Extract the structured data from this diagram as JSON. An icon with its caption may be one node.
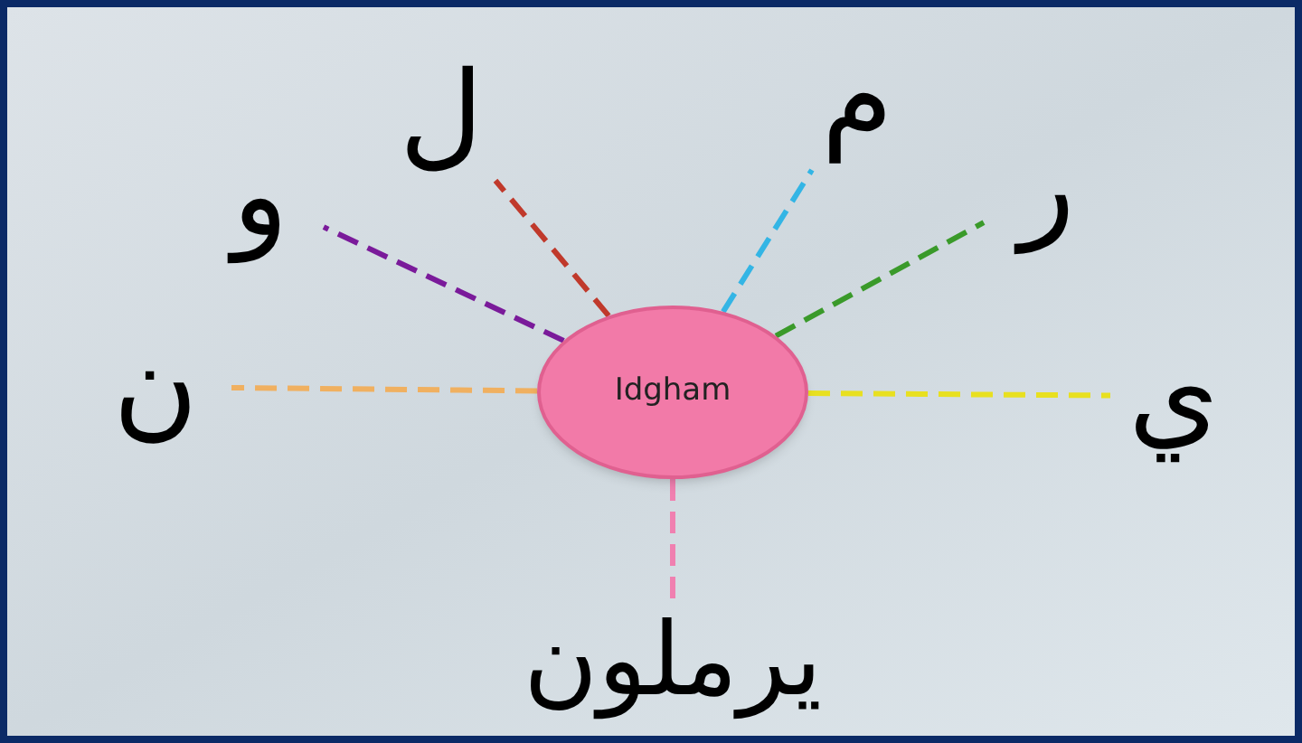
{
  "diagram": {
    "nodes": [
      {
        "text": [
          "Idgham"
        ]
      },
      {
        "text": [
          "ن"
        ]
      },
      {
        "text": [
          "و"
        ]
      },
      {
        "text": [
          "ل"
        ]
      },
      {
        "text": [
          "م"
        ]
      },
      {
        "text": [
          "ر"
        ]
      },
      {
        "text": [
          "ي"
        ]
      },
      {
        "text": [
          "يرملون"
        ]
      }
    ],
    "edges": [
      {
        "from": 0,
        "to": 1,
        "arrow": "none",
        "style": "dashed",
        "color": "#f0b060"
      },
      {
        "from": 0,
        "to": 2,
        "arrow": "none",
        "style": "dashed",
        "color": "#7a1a9a"
      },
      {
        "from": 0,
        "to": 3,
        "arrow": "none",
        "style": "dashed",
        "color": "#c0392b"
      },
      {
        "from": 0,
        "to": 4,
        "arrow": "none",
        "style": "dashed",
        "color": "#33b5e5"
      },
      {
        "from": 0,
        "to": 5,
        "arrow": "none",
        "style": "dashed",
        "color": "#3a9a2a"
      },
      {
        "from": 0,
        "to": 6,
        "arrow": "none",
        "style": "dashed",
        "color": "#e8e020"
      },
      {
        "from": 0,
        "to": 7,
        "arrow": "none",
        "style": "dashed",
        "color": "#f080b0"
      }
    ]
  }
}
